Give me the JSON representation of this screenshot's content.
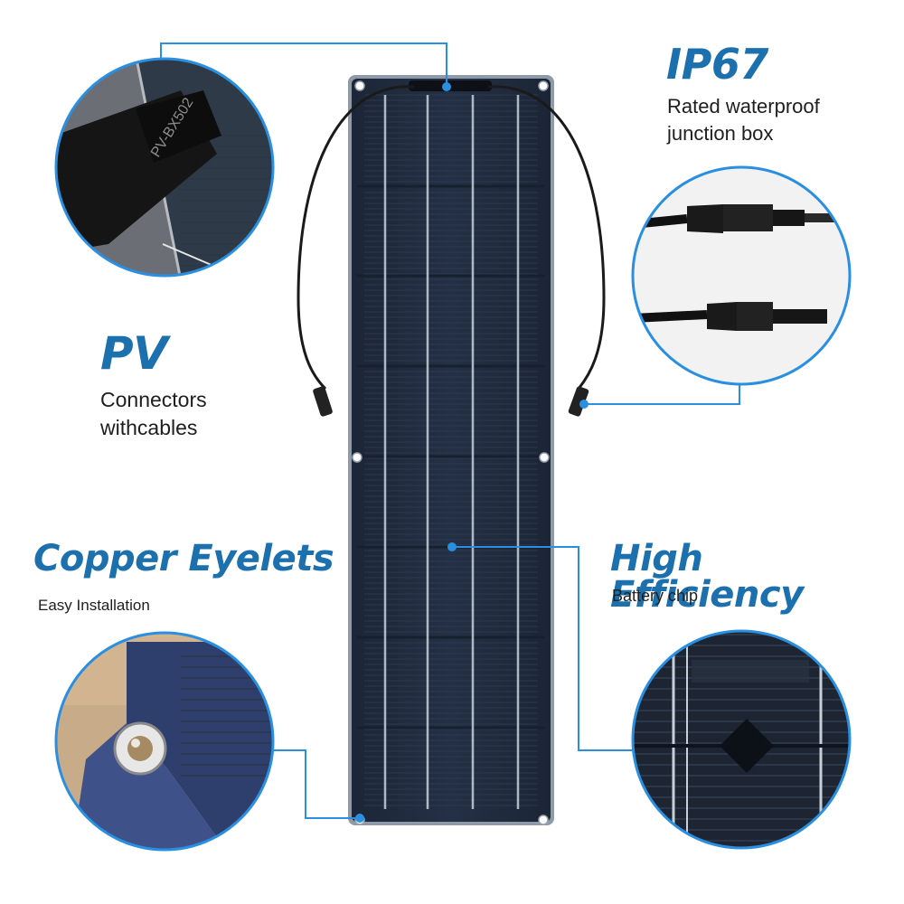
{
  "features": {
    "ip67": {
      "title": "IP67",
      "lines": [
        "Rated waterproof",
        "junction box"
      ]
    },
    "pv": {
      "title": "PV",
      "lines": [
        "Connectors",
        "withcables"
      ]
    },
    "copper": {
      "title": "Copper Eyelets",
      "lines": [
        "Easy Installation"
      ]
    },
    "efficiency": {
      "title": "High Efficiency",
      "lines": [
        "Battery chip"
      ]
    }
  },
  "junction_box_label": "PV-BX502",
  "colors": {
    "accent": "#1b70ad",
    "callout_line": "#2a8fe0",
    "panel": "#1f2a3d",
    "busbar": "#c8d2dc"
  },
  "icons": [
    "junction-box-closeup",
    "mc4-connectors-closeup",
    "copper-eyelet-closeup",
    "solar-cell-closeup"
  ]
}
